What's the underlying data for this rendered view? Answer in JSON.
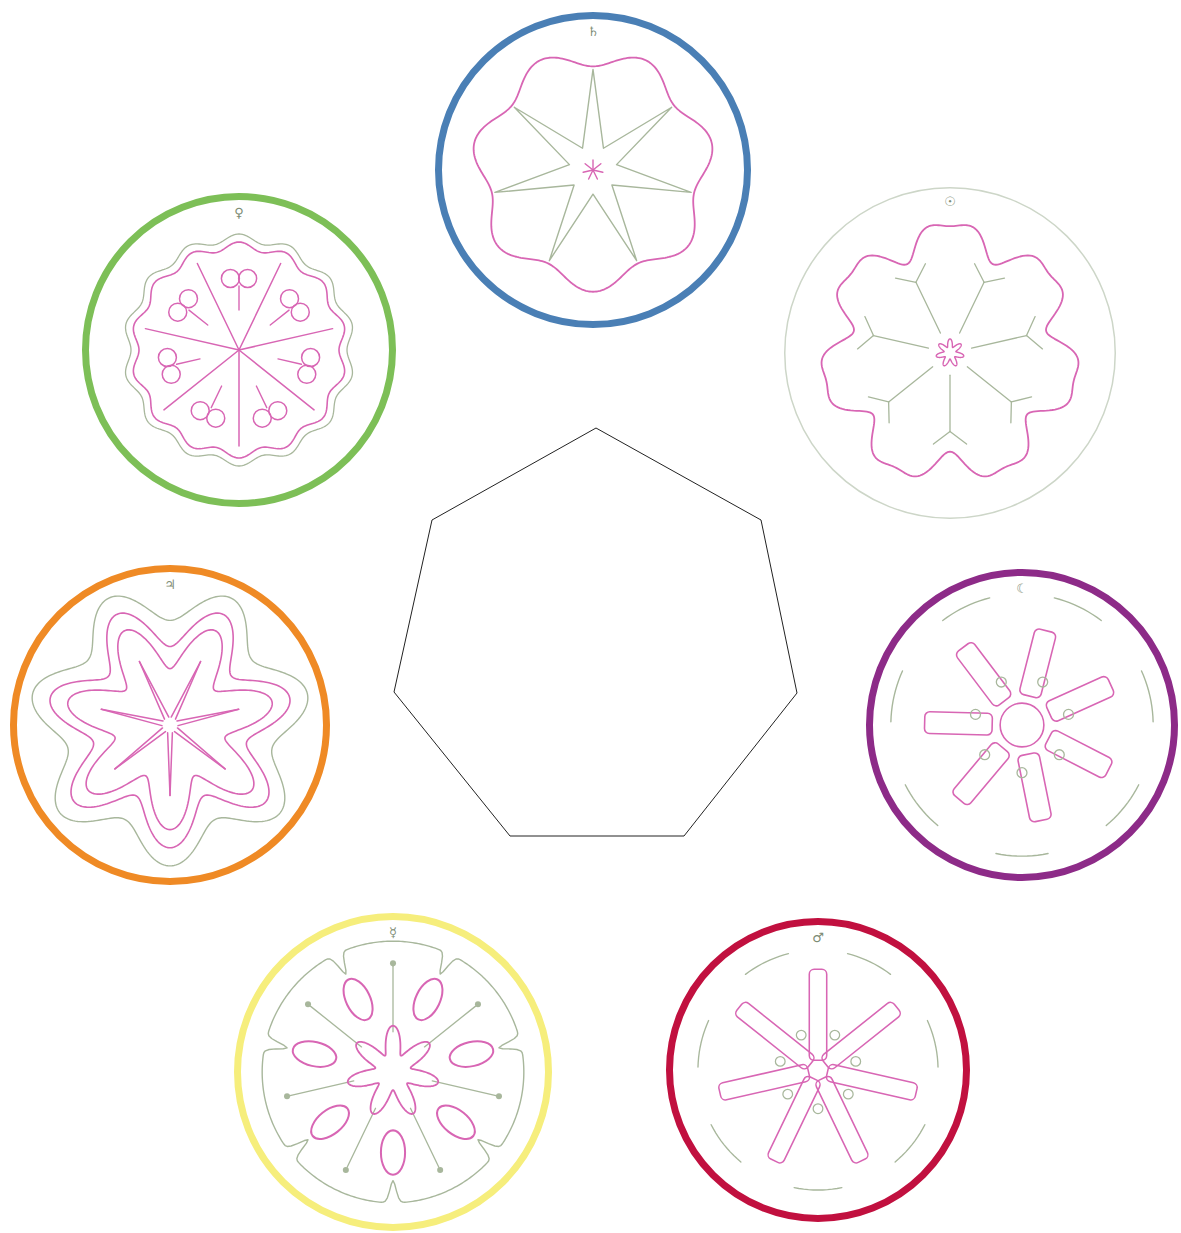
{
  "diagram": {
    "nodes": [
      {
        "text": [
          "♄"
        ]
      },
      {
        "text": [
          "♀"
        ]
      },
      {
        "text": [
          "☉"
        ]
      },
      {
        "text": [
          "♃"
        ]
      },
      {
        "text": [
          "☾"
        ]
      },
      {
        "text": [
          "☿"
        ]
      },
      {
        "text": [
          "♂"
        ]
      }
    ]
  }
}
